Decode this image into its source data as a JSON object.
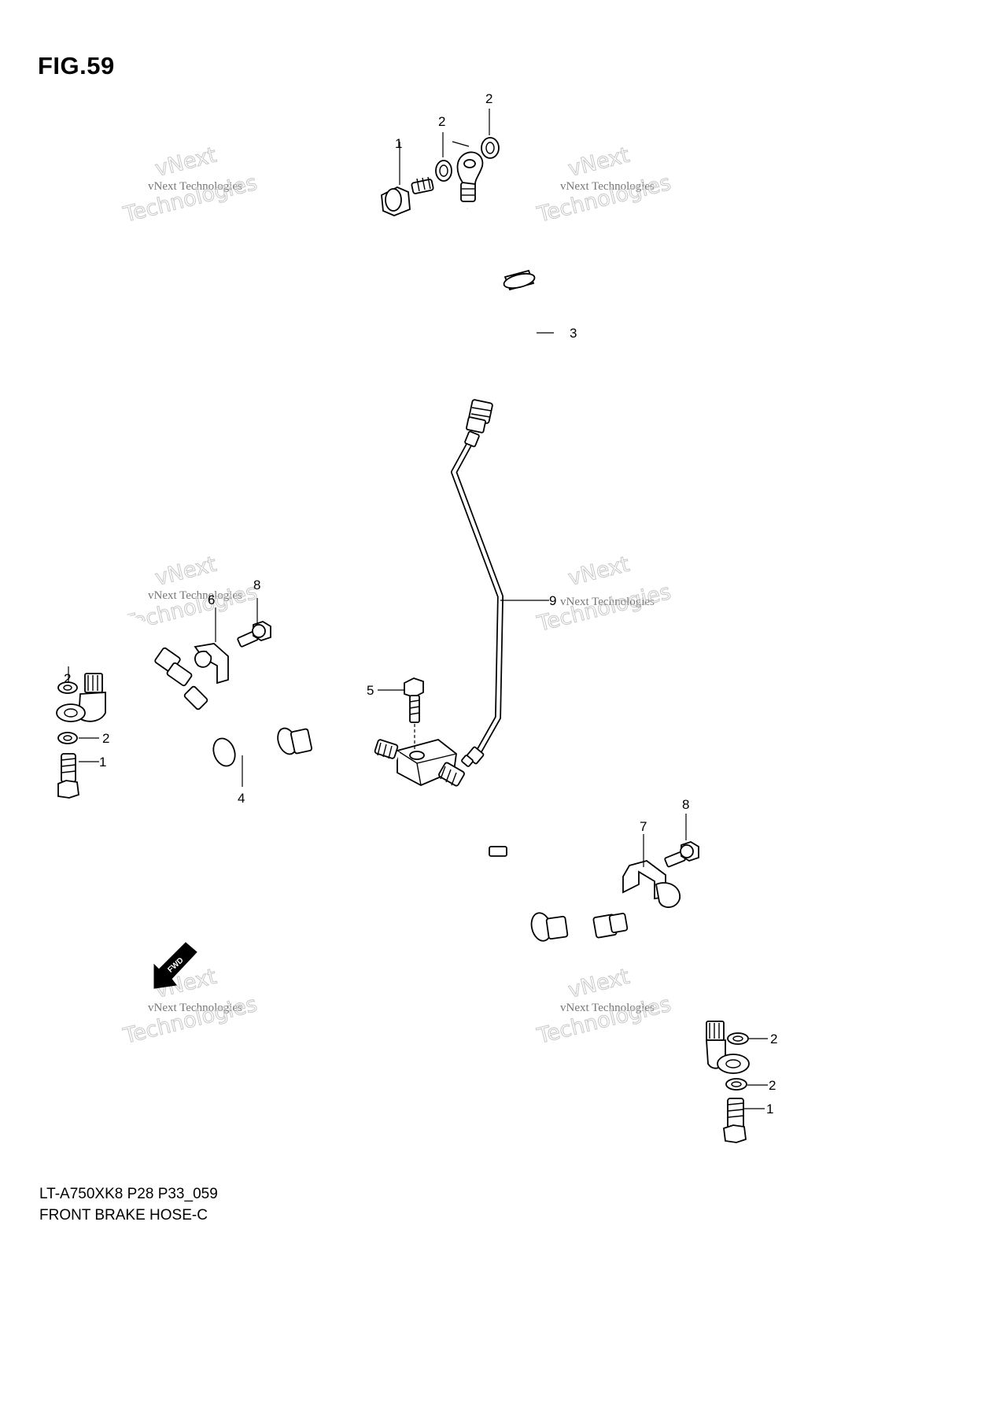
{
  "figure": {
    "label": "FIG.59"
  },
  "caption": {
    "code": "LT-A750XK8 P28 P33_059",
    "title": "FRONT BRAKE  HOSE-C"
  },
  "watermark": {
    "line1": "vNext",
    "line2": "vNext Technologies",
    "line3": "Technologies"
  },
  "fwd_arrow": {
    "label": "FWD"
  },
  "callouts": {
    "c1a": "1",
    "c2a": "2",
    "c2b": "2",
    "c3": "3",
    "c9": "9",
    "c6": "6",
    "c8a": "8",
    "c5": "5",
    "c2c": "2",
    "c2d": "2",
    "c1b": "1",
    "c4": "4",
    "c7": "7",
    "c8b": "8",
    "c2e": "2",
    "c2f": "2",
    "c1c": "1"
  }
}
